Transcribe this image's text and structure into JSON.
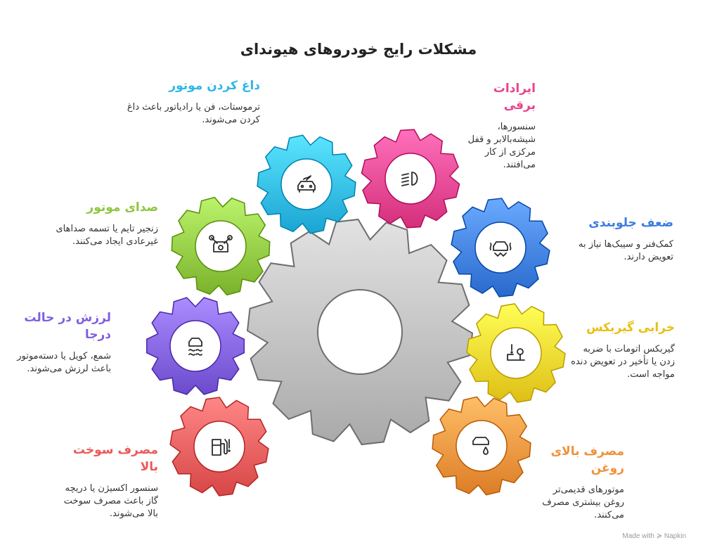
{
  "title": "مشکلات رایج خودروهای هیوندای",
  "footer": "Made with ≽ Napkin",
  "center_color": "#cfcfcf",
  "items": [
    {
      "label": "داغ کردن موتور",
      "desc": "ترموستات، فن یا رادیاتور باعث داغ کردن می‌شوند.",
      "color": "#2eb8e6",
      "icon": "car-heat-icon",
      "side": "left"
    },
    {
      "label": "ایرادات برقی",
      "desc": "سنسورها، شیشه‌بالابر و قفل مرکزی از کار می‌افتند.",
      "color": "#e8438f",
      "icon": "headlight-icon",
      "side": "right"
    },
    {
      "label": "صدای موتور",
      "desc": "زنجیر تایم یا تسمه صداهای غیرعادی ایجاد می‌کنند.",
      "color": "#8ec63f",
      "icon": "engine-icon",
      "side": "left"
    },
    {
      "label": "ضعف جلوبندی",
      "desc": "کمک‌فنر و سیبک‌ها نیاز به تعویض دارند.",
      "color": "#3d7de0",
      "icon": "car-suspension-icon",
      "side": "right"
    },
    {
      "label": "لرزش در حالت درجا",
      "desc": "شمع، کویل یا دسته‌موتور باعث لرزش می‌شوند.",
      "color": "#7f5fe0",
      "icon": "car-shake-icon",
      "side": "left"
    },
    {
      "label": "خرابی گیربکس",
      "desc": "گیربکس اتومات با ضربه زدن یا تأخیر در تعویض دنده مواجه است.",
      "color": "#f2d32a",
      "icon": "gearbox-warning-icon",
      "side": "right"
    },
    {
      "label": "مصرف سوخت بالا",
      "desc": "سنسور اکسیژن یا دریچه گاز باعث مصرف سوخت بالا می‌شوند.",
      "color": "#eb5a5a",
      "icon": "fuel-pump-icon",
      "side": "left"
    },
    {
      "label": "مصرف بالای روغن",
      "desc": "موتورهای قدیمی‌تر روغن بیشتری مصرف می‌کنند.",
      "color": "#f0913a",
      "icon": "oil-drop-icon",
      "side": "right"
    }
  ]
}
